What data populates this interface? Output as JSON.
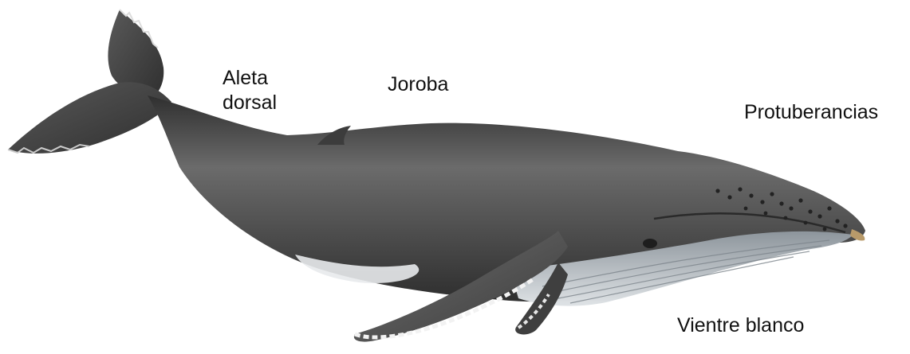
{
  "labels": {
    "aleta_dorsal": "Aleta\ndorsal",
    "joroba": "Joroba",
    "protuberancias": "Protuberancias",
    "vientre_blanco": "Vientre blanco"
  },
  "colors": {
    "body_dark": "#3f3f3f",
    "body_mid": "#6e6e6e",
    "body_light": "#9a9a9a",
    "belly": "#c9cfd4",
    "white_patch": "#eef0f2",
    "label_text": "#111111",
    "tubercle": "#222222"
  },
  "illustration": {
    "subject": "humpback-whale"
  }
}
